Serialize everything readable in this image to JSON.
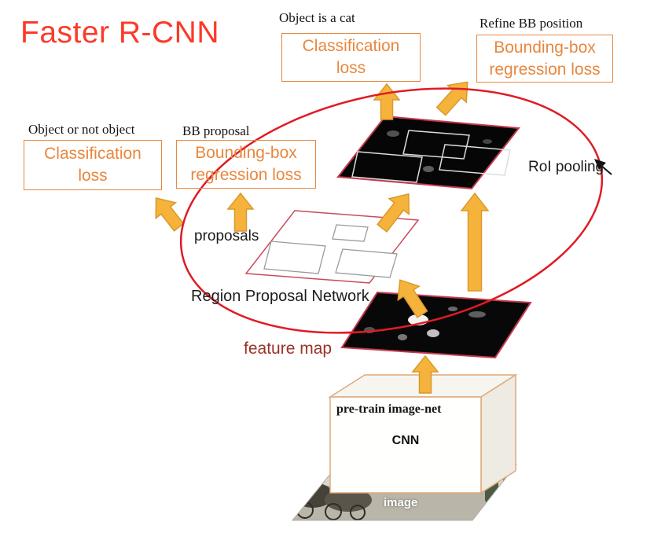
{
  "title": "Faster R-CNN",
  "labels": {
    "object_is_cat": "Object is a cat",
    "refine_bb_position": "Refine BB position",
    "object_or_not_object": "Object or not object",
    "bb_proposal": "BB proposal",
    "proposals": "proposals",
    "region_proposal_network": "Region Proposal Network",
    "feature_map": "feature map",
    "roi_pooling": "RoI pooling",
    "pretrain_imagenet": "pre-train image-net",
    "cnn": "CNN",
    "image": "image"
  },
  "loss_boxes": {
    "classification_top": {
      "line1": "Classification",
      "line2": "loss"
    },
    "bbox_regression_top": {
      "line1": "Bounding-box",
      "line2": "regression loss"
    },
    "classification_left": {
      "line1": "Classification",
      "line2": "loss"
    },
    "bbox_regression_left": {
      "line1": "Bounding-box",
      "line2": "regression loss"
    }
  },
  "colors": {
    "title_red": "#fb3a2a",
    "box_orange": "#e8873f",
    "arrow_fill": "#f6b33c",
    "arrow_stroke": "#d9992b",
    "annotation_ellipse_red": "#e01b24",
    "plane_border_red": "#c43b4e",
    "feature_map_text": "#9b3226"
  }
}
